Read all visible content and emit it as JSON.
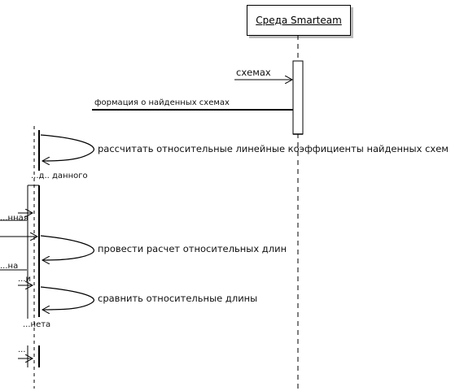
{
  "lifeline_object": {
    "label": "Среда Smarteam"
  },
  "messages": {
    "m1": "схемах",
    "m2": "формация о найденных схемах",
    "m3": "рассчитать относительные линейные коэффициенты найденных схем",
    "m4": "провести расчет относительных длин",
    "m5": "сравнить относительные длины"
  },
  "fragments": {
    "f1": "...д.. данного",
    "f2": "...нная",
    "f3": "...на",
    "f4": "...и",
    "f5": "...нета",
    "f6": "..."
  }
}
